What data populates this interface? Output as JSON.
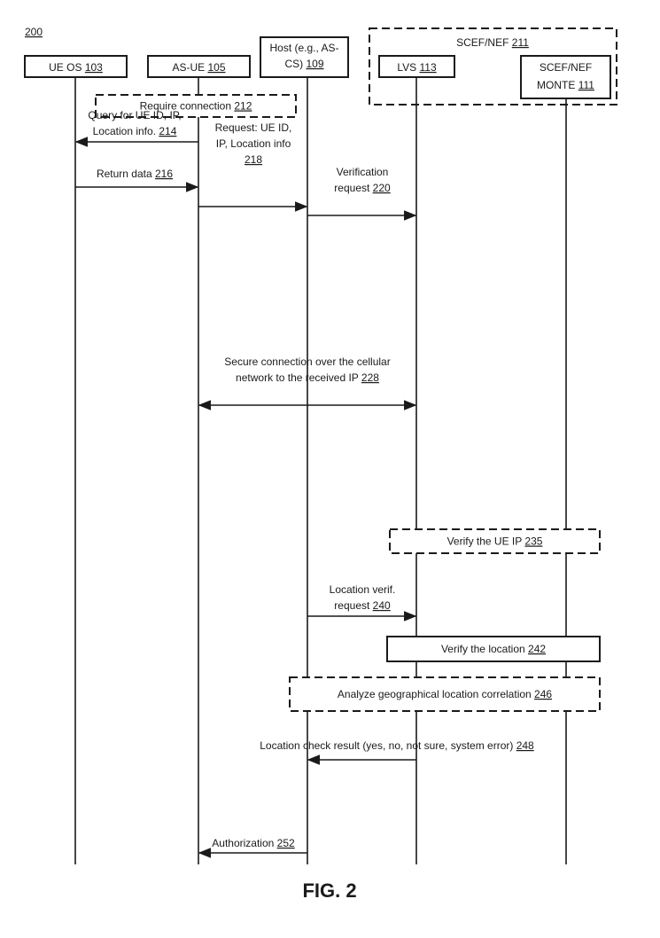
{
  "figure_number": "200",
  "figure_caption": "FIG. 2",
  "group": {
    "label": "SCEF/NEF ",
    "ref": "211"
  },
  "participants": [
    {
      "id": "ueos",
      "lines": [
        [
          "UE OS ",
          "103"
        ]
      ]
    },
    {
      "id": "asue",
      "lines": [
        [
          "AS-UE ",
          "105"
        ]
      ]
    },
    {
      "id": "host",
      "lines": [
        [
          "Host (e.g., AS-",
          ""
        ],
        [
          "CS) ",
          "109"
        ]
      ]
    },
    {
      "id": "lvs",
      "lines": [
        [
          "LVS ",
          "113"
        ]
      ]
    },
    {
      "id": "scef",
      "lines": [
        [
          "SCEF/NEF",
          ""
        ],
        [
          "MONTE ",
          "111"
        ]
      ]
    }
  ],
  "boxes": [
    {
      "id": "require-connection",
      "dashed": true,
      "lines": [
        [
          "Require connection ",
          "212"
        ]
      ]
    },
    {
      "id": "verify-ue-ip",
      "dashed": true,
      "lines": [
        [
          "Verify the UE IP ",
          "235"
        ]
      ]
    },
    {
      "id": "verify-location",
      "dashed": false,
      "lines": [
        [
          "Verify the location ",
          "242"
        ]
      ]
    },
    {
      "id": "analyze-correlation",
      "dashed": true,
      "lines": [
        [
          "Analyze geographical location correlation ",
          "246"
        ]
      ]
    }
  ],
  "messages": [
    {
      "id": "query-ue-id",
      "from": "asue",
      "to": "ueos",
      "lines": [
        [
          "Query for UE ID, IP,",
          ""
        ],
        [
          "Location info. ",
          "214"
        ]
      ]
    },
    {
      "id": "return-data",
      "from": "ueos",
      "to": "asue",
      "lines": [
        [
          "Return data ",
          "216"
        ]
      ]
    },
    {
      "id": "request-ue-id",
      "from": "asue",
      "to": "host",
      "lines": [
        [
          "Request: UE ID,",
          ""
        ],
        [
          "IP, Location info",
          ""
        ],
        [
          "",
          "218"
        ]
      ]
    },
    {
      "id": "verification-request",
      "from": "host",
      "to": "lvs",
      "lines": [
        [
          "Verification",
          ""
        ],
        [
          "request ",
          "220"
        ]
      ]
    },
    {
      "id": "secure-connection",
      "from": "asue",
      "to": "lvs",
      "bidirectional": true,
      "lines": [
        [
          "Secure connection over the cellular",
          ""
        ],
        [
          "network to the received IP ",
          "228"
        ]
      ]
    },
    {
      "id": "location-verif-request",
      "from": "host",
      "to": "lvs",
      "lines": [
        [
          "Location verif.",
          ""
        ],
        [
          "request ",
          "240"
        ]
      ]
    },
    {
      "id": "location-check-result",
      "from": "lvs",
      "to": "host",
      "lines": [
        [
          "Location check result (yes, no, not sure, system error) ",
          "248"
        ]
      ]
    },
    {
      "id": "authorization",
      "from": "host",
      "to": "asue",
      "lines": [
        [
          "Authorization ",
          "252"
        ]
      ]
    }
  ]
}
